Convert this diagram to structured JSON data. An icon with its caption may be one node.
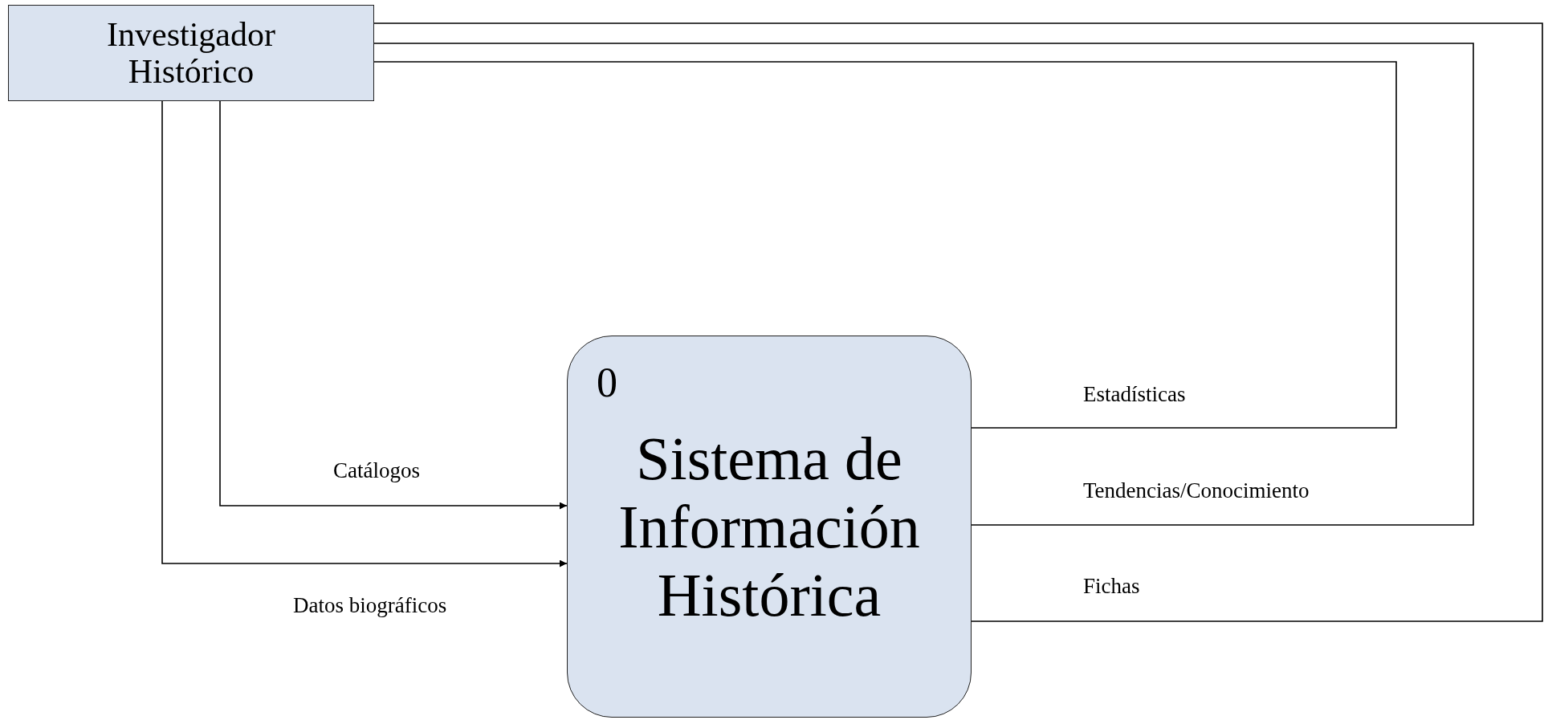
{
  "diagram": {
    "nodes": [
      {
        "text": [
          "Investigador Histórico"
        ]
      },
      {
        "text": [
          "0",
          "Sistema de Información Histórica"
        ]
      }
    ],
    "edges": [
      {
        "from": 0,
        "to": 1,
        "arrow": "to",
        "label": "Catálogos"
      },
      {
        "from": 0,
        "to": 1,
        "arrow": "to",
        "label": "Datos biográficos"
      },
      {
        "from": 1,
        "to": 0,
        "arrow": "none",
        "label": "Estadísticas"
      },
      {
        "from": 1,
        "to": 0,
        "arrow": "none",
        "label": "Tendencias/Conocimiento"
      },
      {
        "from": 1,
        "to": 0,
        "arrow": "none",
        "label": "Fichas"
      }
    ]
  }
}
